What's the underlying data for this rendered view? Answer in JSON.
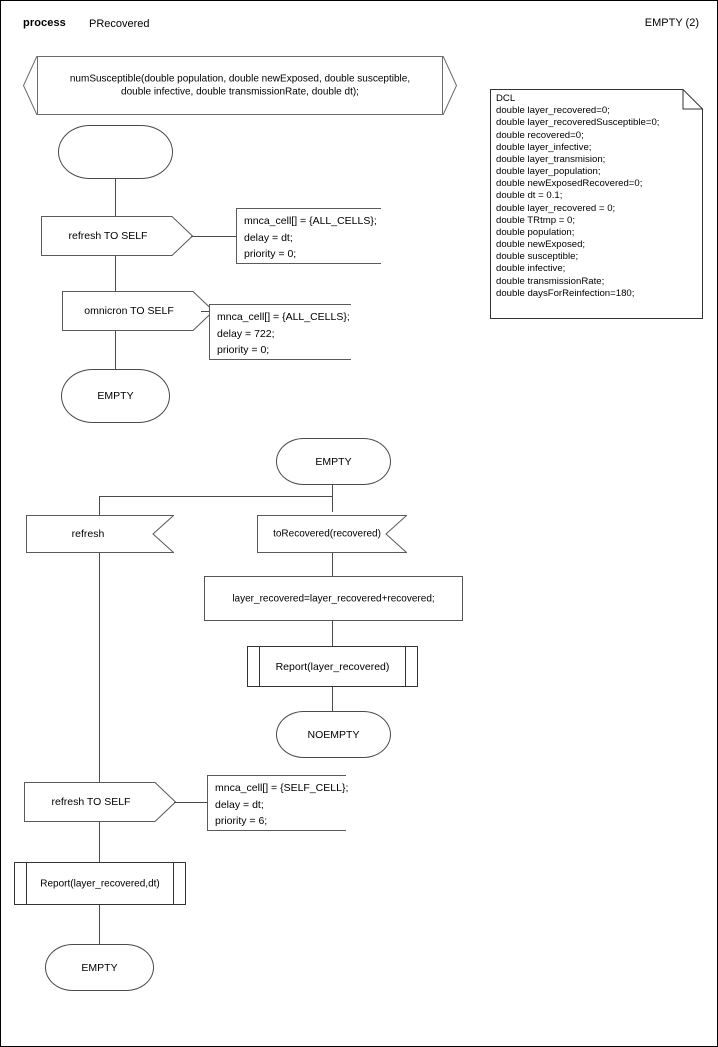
{
  "header": {
    "kind": "process",
    "name": "PRecovered",
    "page_label": "EMPTY (2)"
  },
  "declaration_symbol": {
    "name": "procedure-signature",
    "text": "numSusceptible(double population, double newExposed, double susceptible,\ndouble infective, double transmissionRate, double dt);"
  },
  "dcl_note": {
    "title": "DCL",
    "text": "DCL\ndouble layer_recovered=0;\ndouble layer_recoveredSusceptible=0;\ndouble recovered=0;\ndouble layer_infective;\ndouble layer_transmision;\ndouble layer_population;\ndouble newExposedRecovered=0;\ndouble dt = 0.1;\ndouble layer_recovered = 0;\ndouble TRtmp = 0;\ndouble population;\ndouble newExposed;\ndouble susceptible;\ndouble infective;\ndouble transmissionRate;\ndouble daysForReinfection=180;",
    "declarations": [
      "double layer_recovered=0;",
      "double layer_recoveredSusceptible=0;",
      "double recovered=0;",
      "double layer_infective;",
      "double layer_transmision;",
      "double layer_population;",
      "double newExposedRecovered=0;",
      "double dt = 0.1;",
      "double layer_recovered = 0;",
      "double TRtmp = 0;",
      "double population;",
      "double newExposed;",
      "double susceptible;",
      "double infective;",
      "double transmissionRate;",
      "double daysForReinfection=180;"
    ]
  },
  "branch_start": {
    "label": ""
  },
  "output_refresh_top": {
    "label": "refresh TO SELF"
  },
  "comment_refresh_top": {
    "text": "mnca_cell[] = {ALL_CELLS};\ndelay = dt;\npriority = 0;"
  },
  "output_omnicron": {
    "label": "omnicron TO SELF"
  },
  "comment_omnicron": {
    "text": "mnca_cell[] = {ALL_CELLS};\ndelay = 722;\npriority = 0;"
  },
  "state_empty_top": {
    "label": "EMPTY"
  },
  "state_empty_mid": {
    "label": "EMPTY"
  },
  "input_refresh": {
    "label": "refresh"
  },
  "input_to_recovered": {
    "label": "toRecovered(recovered)"
  },
  "task_accumulate": {
    "label": "layer_recovered=layer_recovered+recovered;"
  },
  "call_report_mid": {
    "label": "Report(layer_recovered)"
  },
  "state_noempty": {
    "label": "NOEMPTY"
  },
  "output_refresh_bottom": {
    "label": "refresh TO SELF"
  },
  "comment_refresh_bottom": {
    "text": "mnca_cell[] = {SELF_CELL};\ndelay = dt;\npriority = 6;"
  },
  "call_report_bottom": {
    "label": "Report(layer_recovered,dt)"
  },
  "state_empty_bottom": {
    "label": "EMPTY"
  },
  "colors": {
    "line": "#4a4a4a",
    "text": "#000000",
    "background": "#ffffff"
  }
}
